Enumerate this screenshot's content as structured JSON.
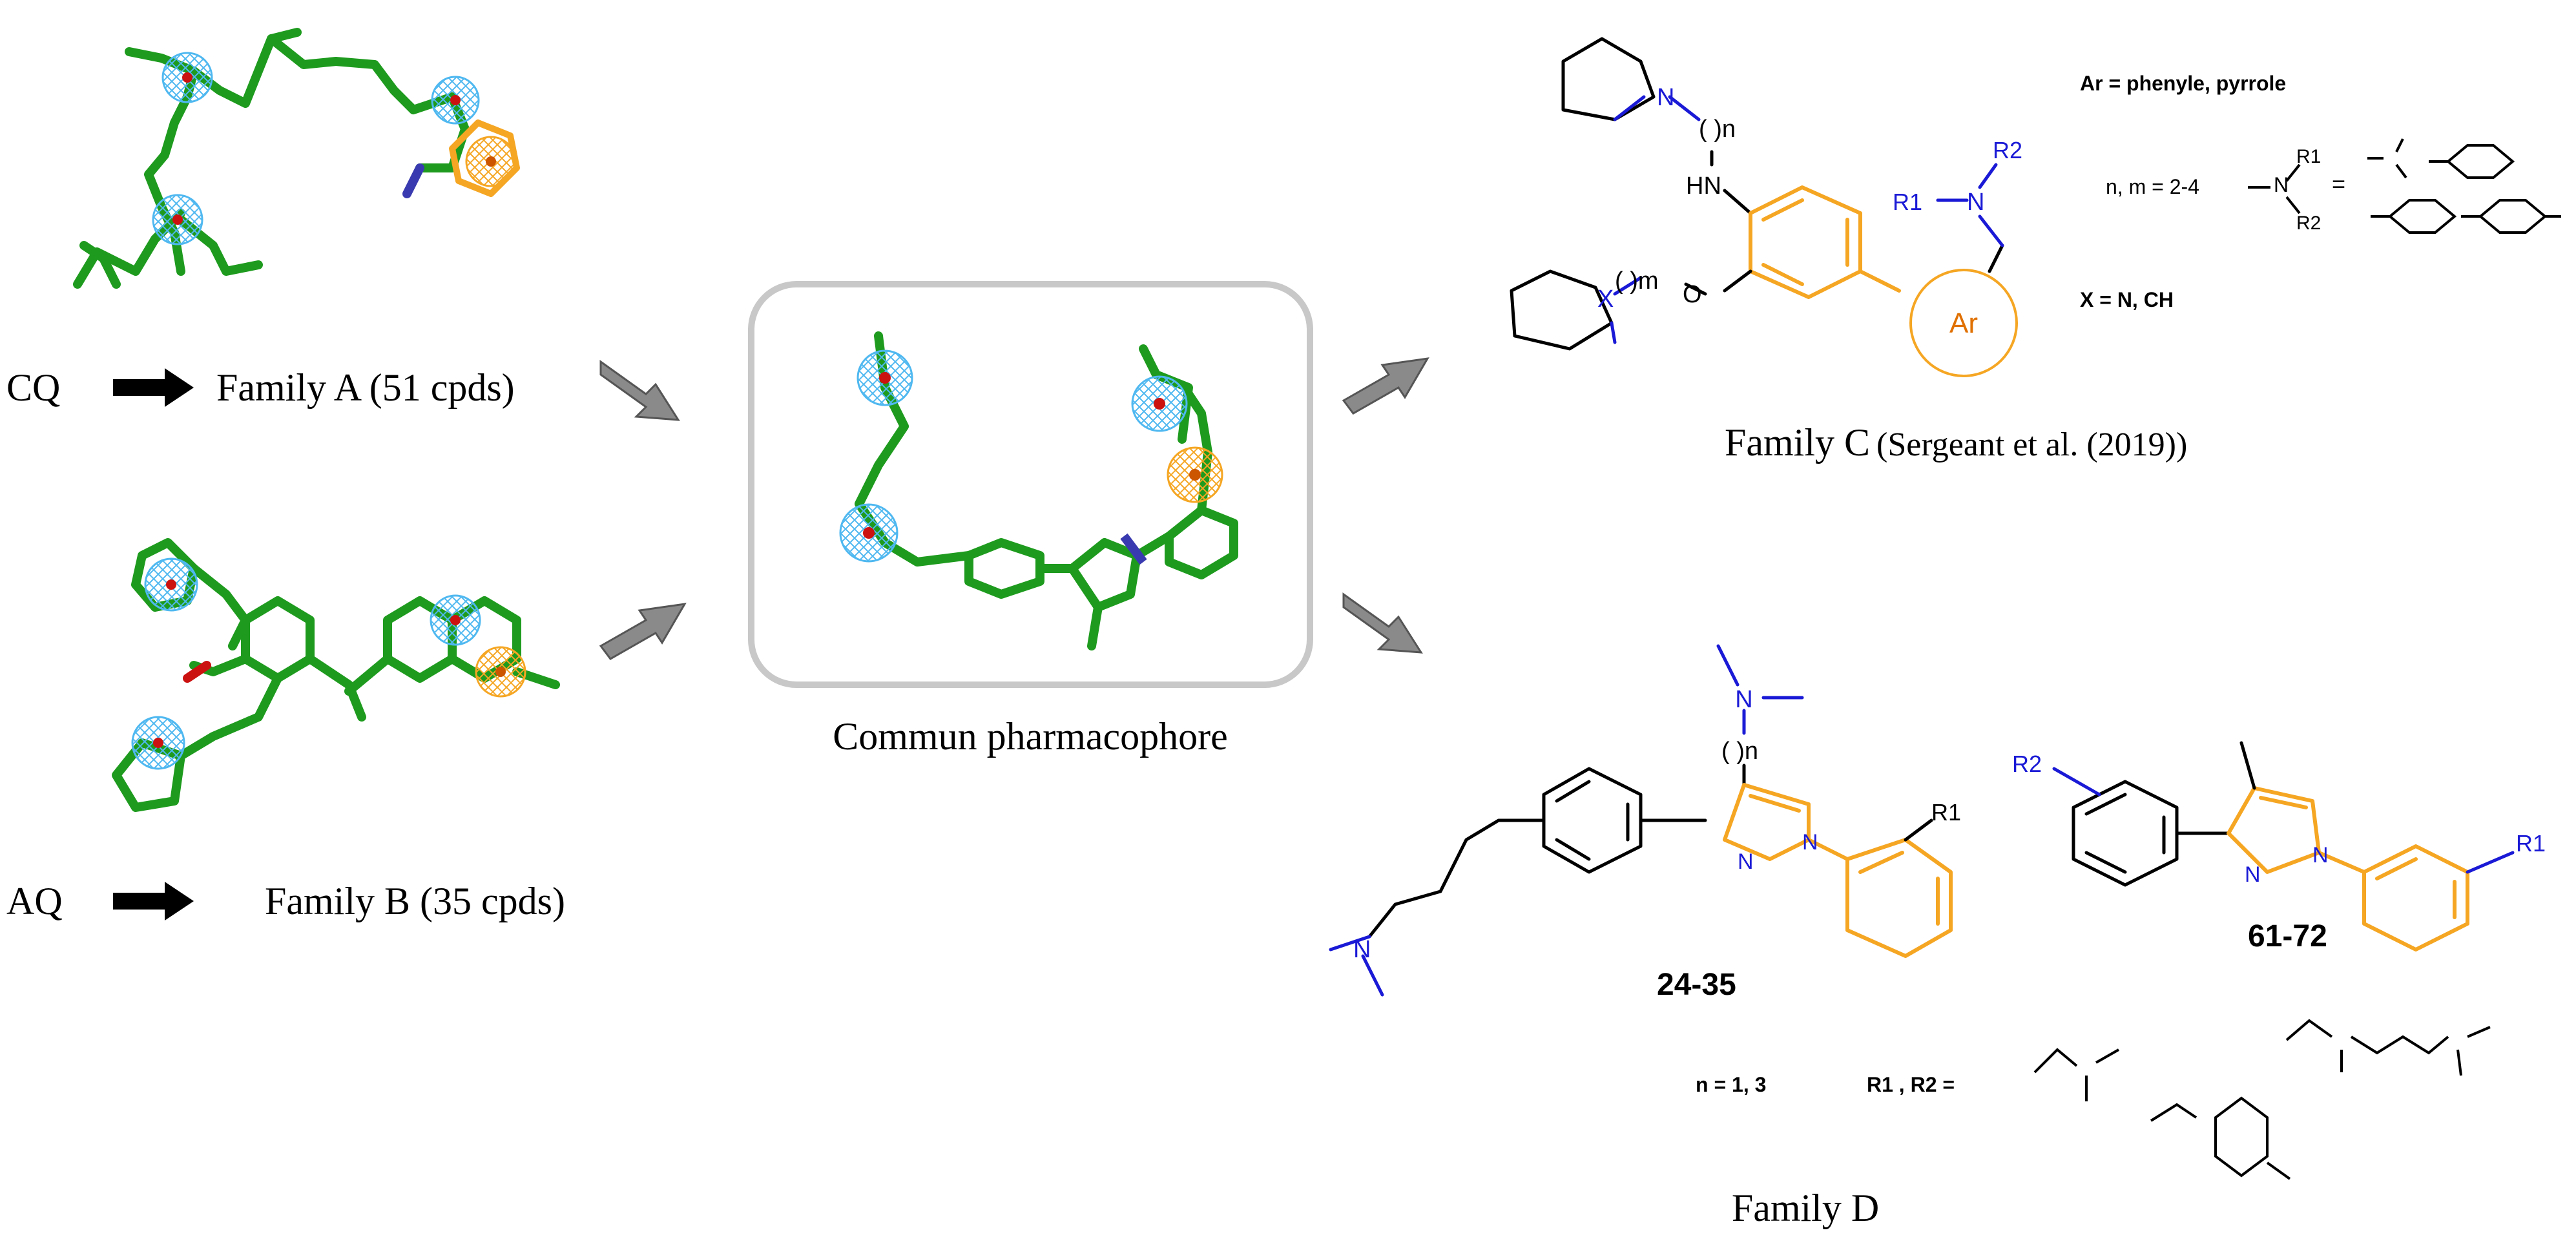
{
  "left": {
    "cq_label": "CQ",
    "family_a": "Family A (51 cpds)",
    "aq_label": "AQ",
    "family_b": "Family B (35 cpds)"
  },
  "center": {
    "pharmacophore_label": "Commun pharmacophore"
  },
  "family_c": {
    "title": "Family C",
    "citation": "(Sergeant et al. (2019))",
    "ar_note": "Ar = phenyle, pyrrole",
    "nm_note": "n, m = 2-4",
    "x_note": "X = N, CH",
    "ar_label": "Ar",
    "n_label": "( )n",
    "m_label": "( )m",
    "hn_label": "HN",
    "o_label": "O",
    "x_label": "X",
    "n_atom": "N",
    "r1_label": "R1",
    "r2_label": "R2",
    "eq_label": "="
  },
  "family_d": {
    "title": "Family D",
    "cpd_24": "24-35",
    "cpd_61": "61-72",
    "n_note": "n = 1, 3",
    "r_note": "R1 , R2 =",
    "n_label": "( )n",
    "n_atom": "N",
    "r1_label": "R1",
    "r2_label": "R2"
  },
  "colors": {
    "green": "#1e9b1e",
    "blue": "#1a1ad6",
    "orange": "#f5a623",
    "mesh_blue": "#4fb8f0",
    "grey_arrow": "#8a8a8a"
  }
}
